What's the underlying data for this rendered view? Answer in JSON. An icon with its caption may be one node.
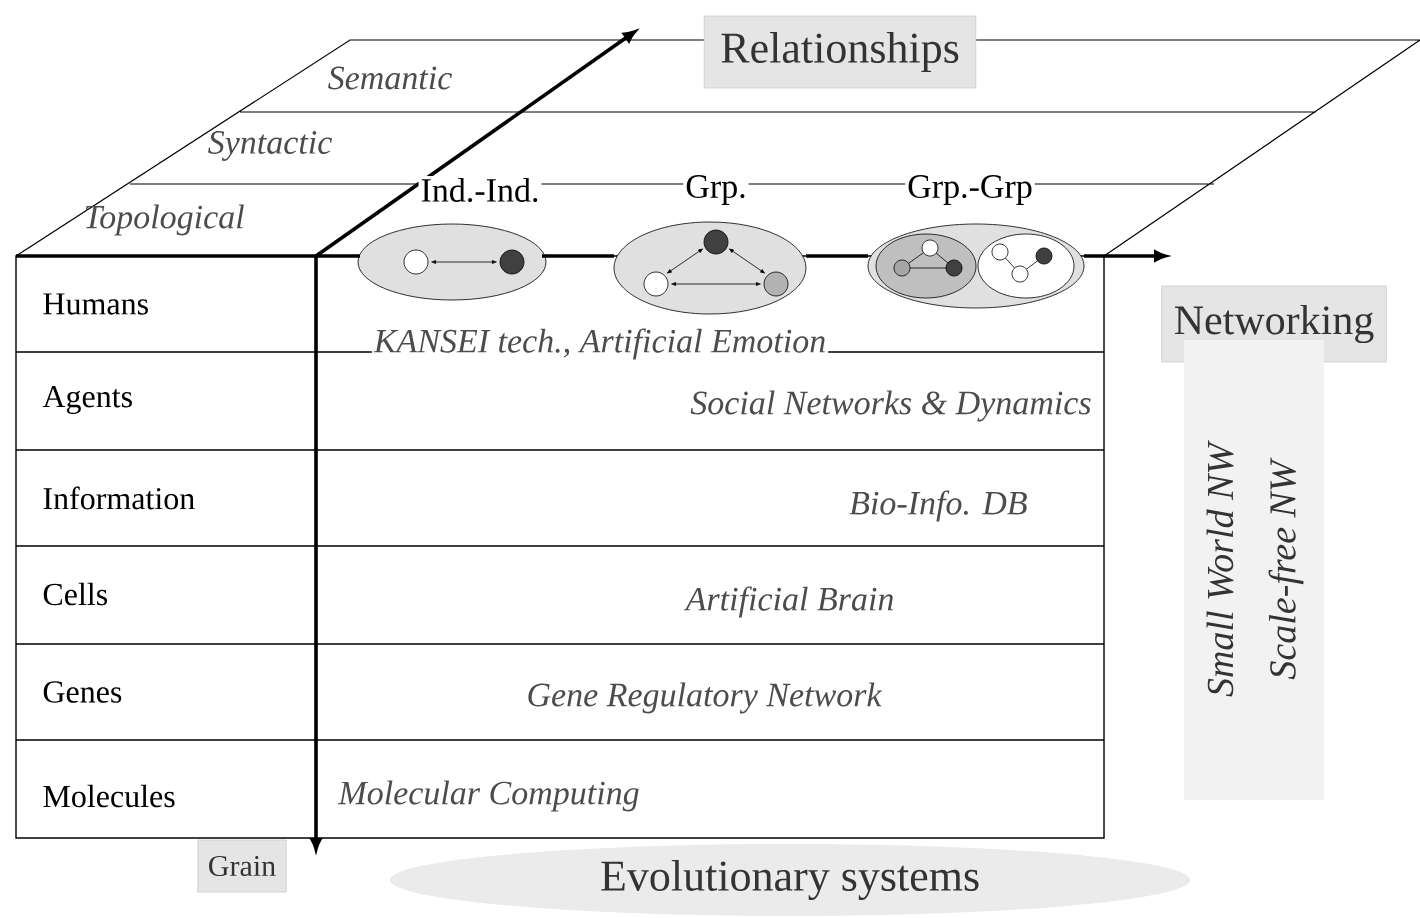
{
  "diagram": {
    "nodes": [
      {
        "text": [
          "Relationships"
        ]
      },
      {
        "text": [
          "Networking"
        ]
      },
      {
        "text": [
          "Small World NW",
          "Scale-free NW"
        ]
      },
      {
        "text": [
          "Grain"
        ]
      },
      {
        "text": [
          "Evolutionary systems"
        ]
      }
    ],
    "labels": [
      "Semantic",
      "Syntactic",
      "Topological",
      "Ind.-Ind.",
      "Grp.",
      "Grp.-Grp",
      "Humans",
      "KANSEI tech., Artificial Emotion",
      "Agents",
      "Social Networks & Dynamics",
      "Information",
      "Bio-Info. DB",
      "Cells",
      "Artificial Brain",
      "Genes",
      "Gene Regulatory Network",
      "Molecules",
      "Molecular Computing"
    ]
  }
}
